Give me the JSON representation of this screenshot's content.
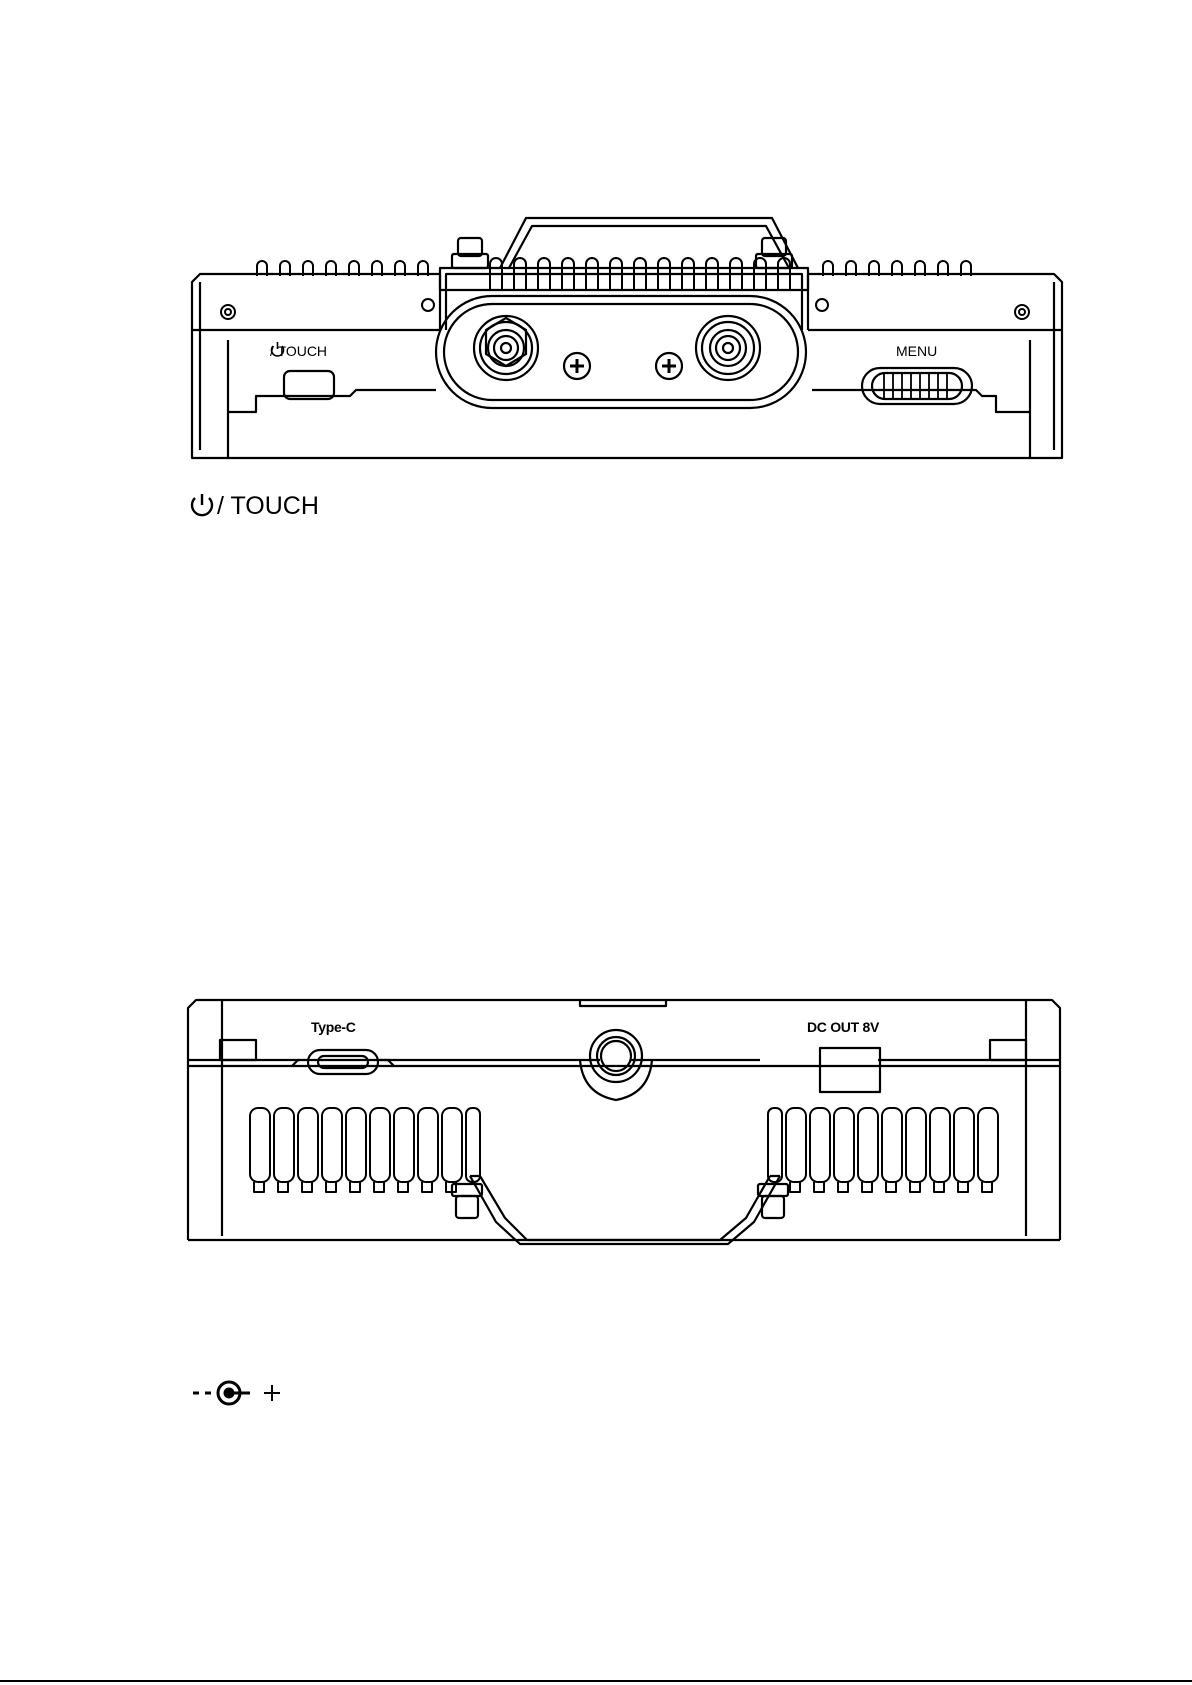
{
  "top_view": {
    "power_touch_label": "/ TOUCH",
    "menu_label": "MENU"
  },
  "power_touch_caption": "/ TOUCH",
  "bottom_view": {
    "typec_label": "Type-C",
    "dcout_label": "DC OUT 8V"
  },
  "icons": [
    "power-icon",
    "dc-polarity-icon"
  ],
  "colors": {
    "line": "#000000",
    "background": "#ffffff"
  }
}
